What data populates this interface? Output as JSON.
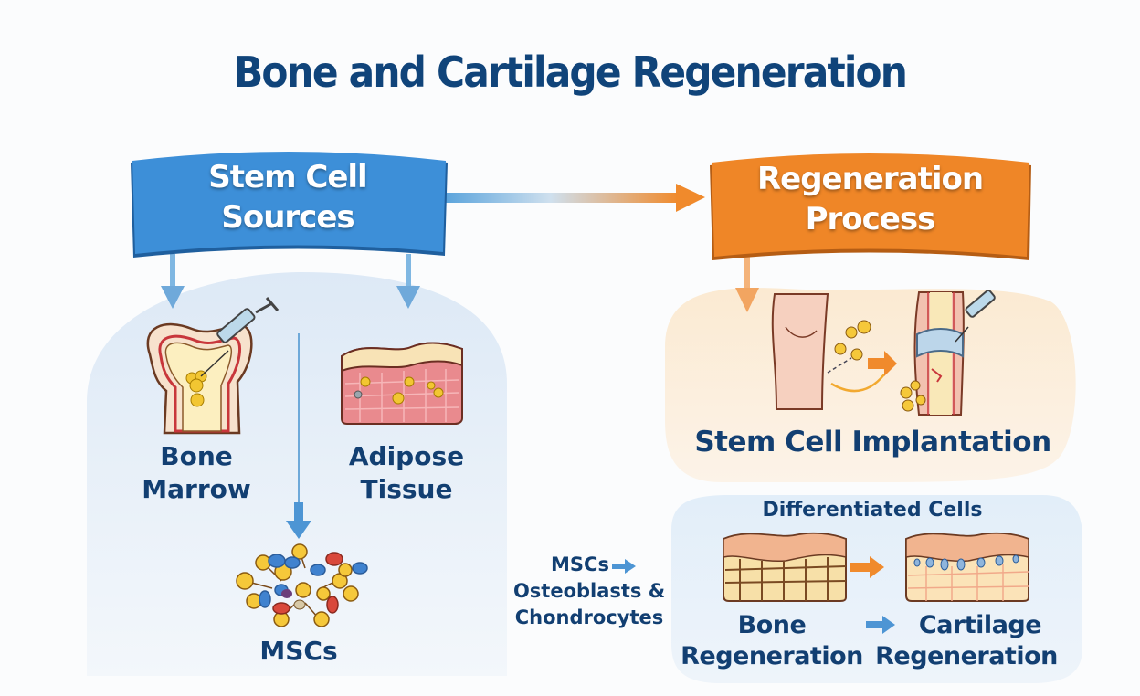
{
  "title": "Bone and Cartilage Regeneration",
  "colors": {
    "title": "#10447a",
    "source_banner": "#3a8ad6",
    "process_banner": "#ee8425",
    "source_panel": "#e3eef8",
    "implant_panel": "#fbefdc",
    "diff_panel": "#e6f0f9",
    "arrow_blue": "#5aa0d8",
    "arrow_orange": "#f29a46"
  },
  "sources_banner": {
    "line1": "Stem Cell",
    "line2": "Sources"
  },
  "process_banner": {
    "line1": "Regeneration",
    "line2": "Process"
  },
  "sources": [
    {
      "line1": "Bone",
      "line2": "Marrow",
      "icon": "bone-marrow-syringe-icon"
    },
    {
      "line1": "Adipose",
      "line2": "Tissue",
      "icon": "adipose-tissue-icon"
    }
  ],
  "mscs_label": "MSCs",
  "implantation_label": "Stem Cell Implantation",
  "differentiation": {
    "heading": "Differentiated Cells",
    "bone_label": {
      "line1": "Bone",
      "line2": "Regeneration"
    },
    "cartilage_label": {
      "line1": "Cartilage",
      "line2": "Regeneration"
    }
  },
  "side_note": {
    "line1": "MSCs",
    "line2": "Osteoblasts &",
    "line3": "Chondrocytes"
  }
}
